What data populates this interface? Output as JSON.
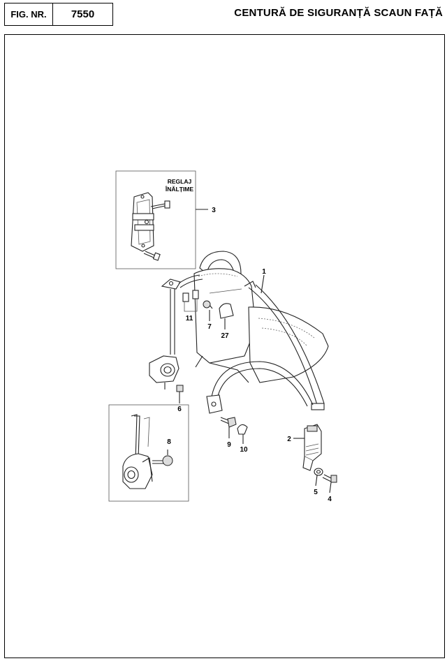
{
  "header": {
    "fig_label": "FIG. NR.",
    "fig_number": "7550",
    "title": "CENTURĂ DE SIGURANȚĂ SCAUN FAȚĂ"
  },
  "inset_top": {
    "line1": "REGLAJ",
    "line2": "ÎNĂLȚIME"
  },
  "callouts": {
    "p1": "1",
    "p2": "2",
    "p3": "3",
    "p4": "4",
    "p5": "5",
    "p6": "6",
    "p7": "7",
    "p8": "8",
    "p9": "9",
    "p10": "10",
    "p11": "11",
    "p27": "27"
  }
}
